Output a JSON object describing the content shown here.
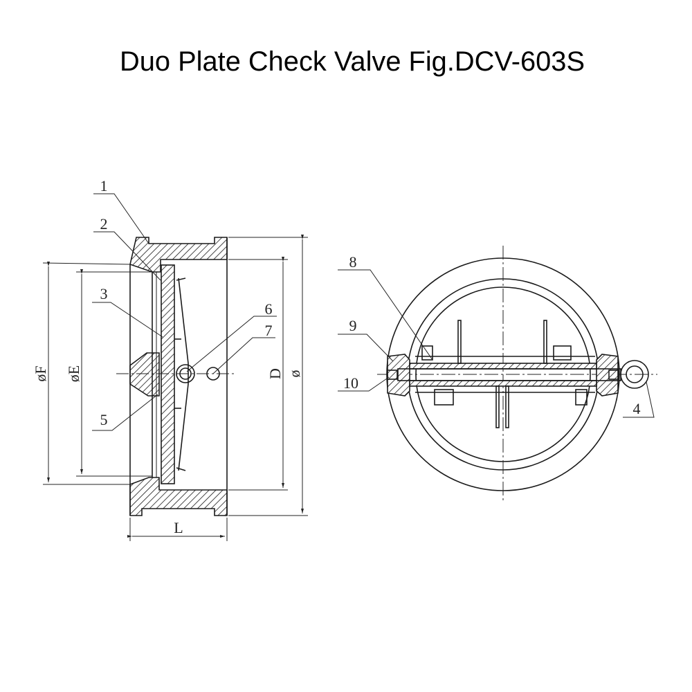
{
  "title": "Duo Plate Check Valve Fig.DCV-603S",
  "part_labels": {
    "p1": "1",
    "p2": "2",
    "p3": "3",
    "p4": "4",
    "p5": "5",
    "p6": "6",
    "p7": "7",
    "p8": "8",
    "p9": "9",
    "p10": "10"
  },
  "dimensions": {
    "outer_bore": "øF",
    "seat_dia": "øE",
    "body_bore": "D",
    "body_dia": "ø",
    "length": "L"
  }
}
